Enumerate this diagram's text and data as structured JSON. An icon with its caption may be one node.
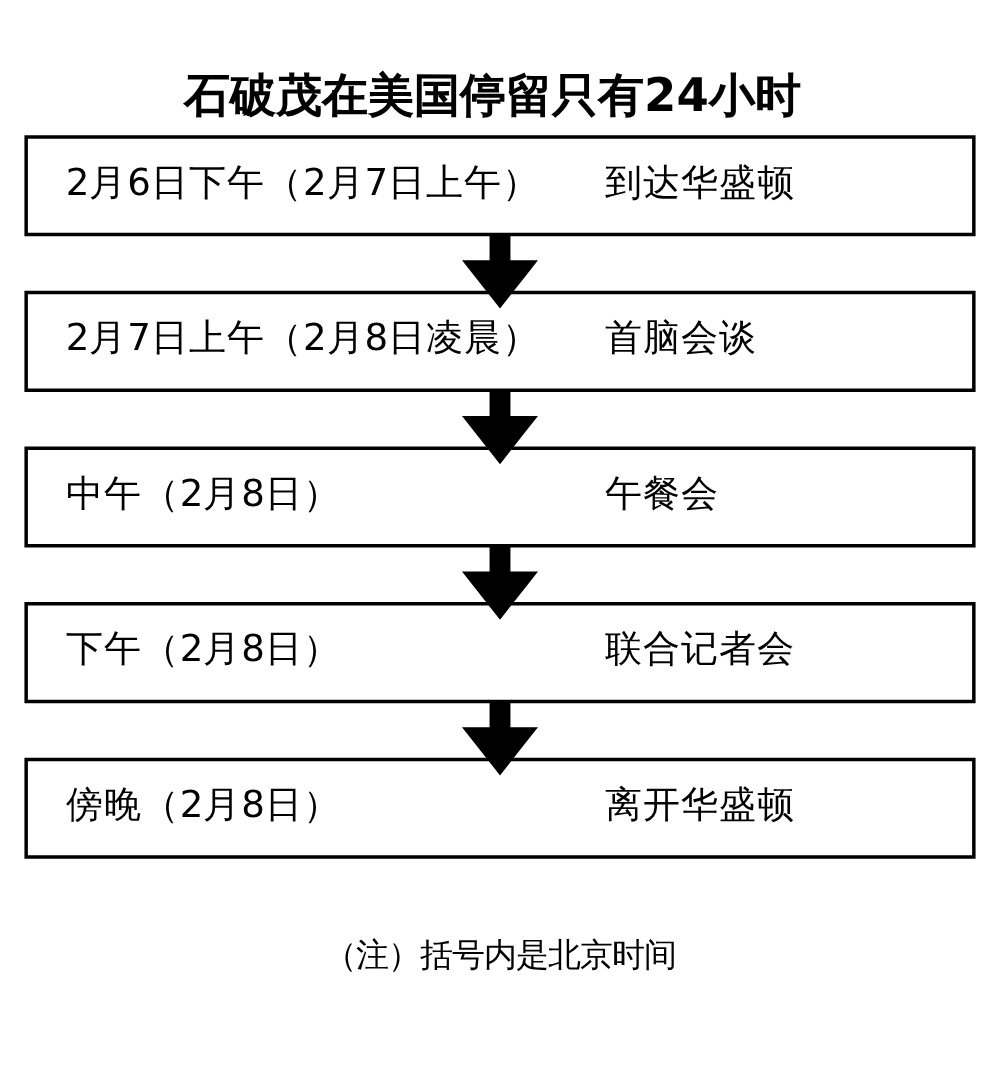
{
  "diagram": {
    "title": "石破茂在美国停留只有24小时",
    "nodes": [
      {
        "text": [
          "2月6日下午（2月7日上午）",
          "到达华盛顿"
        ]
      },
      {
        "text": [
          "2月7日上午（2月8日凌晨）",
          "首脑会谈"
        ]
      },
      {
        "text": [
          "中午（2月8日）",
          "午餐会"
        ]
      },
      {
        "text": [
          "下午（2月8日）",
          "联合记者会"
        ]
      },
      {
        "text": [
          "傍晚（2月8日）",
          "离开华盛顿"
        ]
      }
    ],
    "edges": [
      {
        "from": 0,
        "to": 1,
        "arrow": "to"
      },
      {
        "from": 1,
        "to": 2,
        "arrow": "to"
      },
      {
        "from": 2,
        "to": 3,
        "arrow": "to"
      },
      {
        "from": 3,
        "to": 4,
        "arrow": "to"
      }
    ],
    "labels": [
      "（注）括号内是北京时间"
    ]
  }
}
